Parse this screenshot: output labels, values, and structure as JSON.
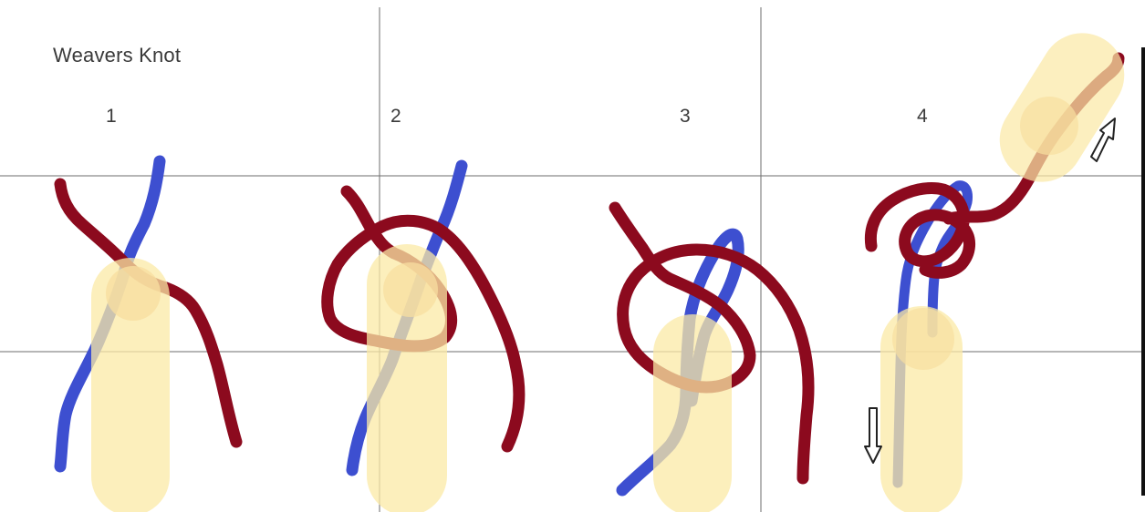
{
  "title": "Weavers Knot",
  "steps": [
    {
      "label": "1"
    },
    {
      "label": "2"
    },
    {
      "label": "3"
    },
    {
      "label": "4"
    }
  ],
  "colors": {
    "rope_dark": "#8c0a1e",
    "rope_blue": "#3d4fd0",
    "hand_highlight": "#fbe9a6",
    "grid_line": "#6e6e6e",
    "background": "#ffffff",
    "arrow_outline": "#222222"
  },
  "icons": {
    "arrow_down": "down-arrow-icon",
    "arrow_up_right": "up-right-arrow-icon"
  }
}
